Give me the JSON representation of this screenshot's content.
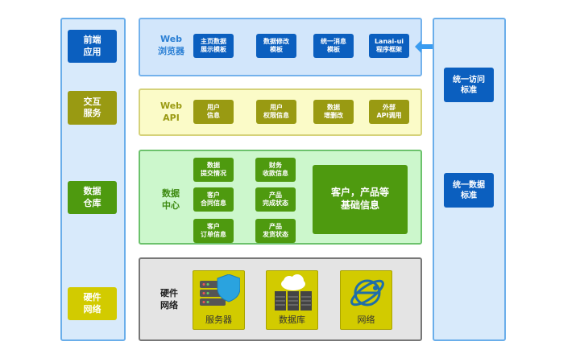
{
  "left_column": [
    "前端\n应用",
    "交互\n服务",
    "数据\n仓库",
    "硬件\n网络"
  ],
  "web_layer": {
    "label": "Web\n浏览器",
    "items": [
      "主页数据\n展示模板",
      "数据修改\n模板",
      "统一消息\n模板",
      "Lanai-ui\n程序框架"
    ]
  },
  "api_layer": {
    "label": "Web\nAPI",
    "items": [
      "用户\n信息",
      "用户\n权限信息",
      "数据\n增删改",
      "外部\nAPI调用"
    ]
  },
  "data_center": {
    "label": "数据\n中心",
    "items": [
      "数据\n提交情况",
      "财务\n收款信息",
      "客户\n合同信息",
      "产品\n完成状态",
      "客户\n订单信息",
      "产品\n发货状态"
    ],
    "main": "客户，产品等\n基础信息"
  },
  "hardware": {
    "label": "硬件\n网络",
    "items": [
      {
        "label": "服务器",
        "icon": "server-shield-icon"
      },
      {
        "label": "数据库",
        "icon": "database-cloud-icon"
      },
      {
        "label": "网络",
        "icon": "network-globe-icon"
      }
    ]
  },
  "right_column": [
    "统一访问\n标准",
    "统一数据\n标准"
  ],
  "colors": {
    "blue": "#0b5fbf",
    "olive": "#999a12",
    "green": "#4e9a0f",
    "yellow": "#d2cb00"
  }
}
